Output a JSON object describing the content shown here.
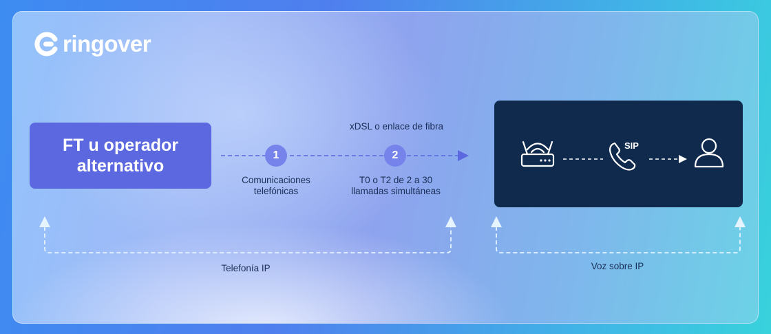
{
  "brand": {
    "name": "ringover"
  },
  "left_box": {
    "label": "FT u operador\nalternativo"
  },
  "top_label": "xDSL o enlace de fibra",
  "steps": [
    {
      "number": "1",
      "caption": "Comunicaciones\ntelefónicas"
    },
    {
      "number": "2",
      "caption": "T0 o T2 de 2 a 30\nllamadas simultáneas"
    }
  ],
  "dark_panel": {
    "sip_text": "SIP"
  },
  "bottom_labels": {
    "left": "Telefonía IP",
    "right": "Voz sobre IP"
  },
  "colors": {
    "card_accent": "#5b68df",
    "dark_panel": "#0f2a4d",
    "step_circle": "#7583ea",
    "dashed_line": "#5b68df",
    "bracket": "#e6f4ff"
  },
  "icons": [
    "ringover-logo-icon",
    "router-icon",
    "phone-sip-icon",
    "user-icon",
    "arrow-right-icon",
    "arrow-up-icon"
  ]
}
